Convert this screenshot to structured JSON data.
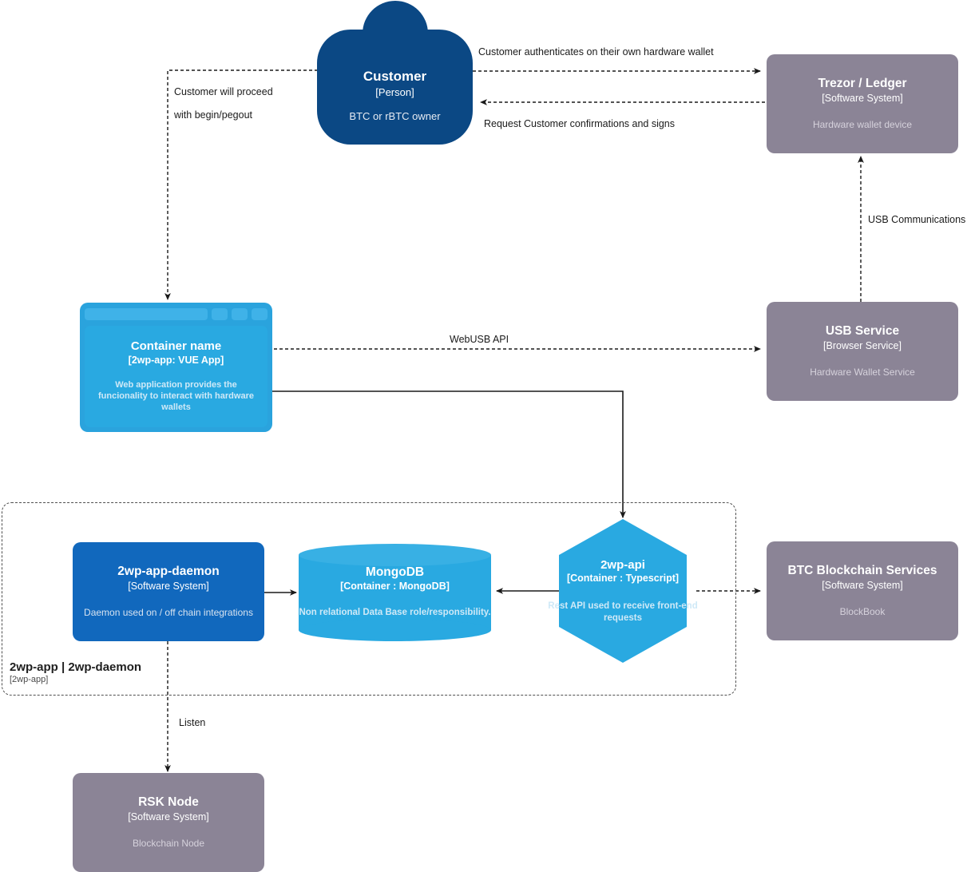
{
  "diagram": {
    "type": "c4-container-diagram",
    "colors": {
      "person": "#0b4884",
      "software_system_external": "#8b8496",
      "software_system": "#1168bd",
      "container": "#29a9e1",
      "boundary_stroke": "#4f4f4f",
      "edge": "#1a1a1a"
    }
  },
  "nodes": {
    "customer": {
      "name": "Customer",
      "type": "[Person]",
      "description": "BTC or rBTC owner",
      "shape": "person"
    },
    "trezor_ledger": {
      "name": "Trezor / Ledger",
      "type": "[Software System]",
      "description": "Hardware wallet device",
      "shape": "box"
    },
    "usb_service": {
      "name": "USB Service",
      "type": "[Browser Service]",
      "description": "Hardware Wallet Service",
      "shape": "box"
    },
    "vue_app": {
      "name": "Container name",
      "type": "[2wp-app: VUE App]",
      "description": "Web application provides the funcionality to interact with hardware wallets",
      "shape": "browser-window"
    },
    "daemon": {
      "name": "2wp-app-daemon",
      "type": "[Software System]",
      "description": "Daemon used on / off chain integrations",
      "shape": "box"
    },
    "mongodb": {
      "name": "MongoDB",
      "type": "[Container : MongoDB]",
      "description": "Non relational Data Base role/responsibility.",
      "shape": "cylinder"
    },
    "api": {
      "name": "2wp-api",
      "type": "[Container : Typescript]",
      "description": "Rest API used to receive front-end requests",
      "shape": "hexagon"
    },
    "btc_services": {
      "name": "BTC Blockchain Services",
      "type": "[Software System]",
      "description": "BlockBook",
      "shape": "box"
    },
    "rsk_node": {
      "name": "RSK Node",
      "type": "[Software System]",
      "description": "Blockchain Node",
      "shape": "box"
    }
  },
  "boundary": {
    "label": "2wp-app | 2wp-daemon",
    "sublabel": "[2wp-app]"
  },
  "edges": {
    "customer_to_trezor": "Customer authenticates on their own hardware wallet",
    "trezor_to_customer": "Request Customer confirmations and signs",
    "customer_to_vue_line1": "Customer will proceed",
    "customer_to_vue_line2": "with begin/pegout",
    "usb_to_trezor": "USB Communications",
    "vue_to_usb": "WebUSB API",
    "daemon_to_rsk": "Listen"
  }
}
